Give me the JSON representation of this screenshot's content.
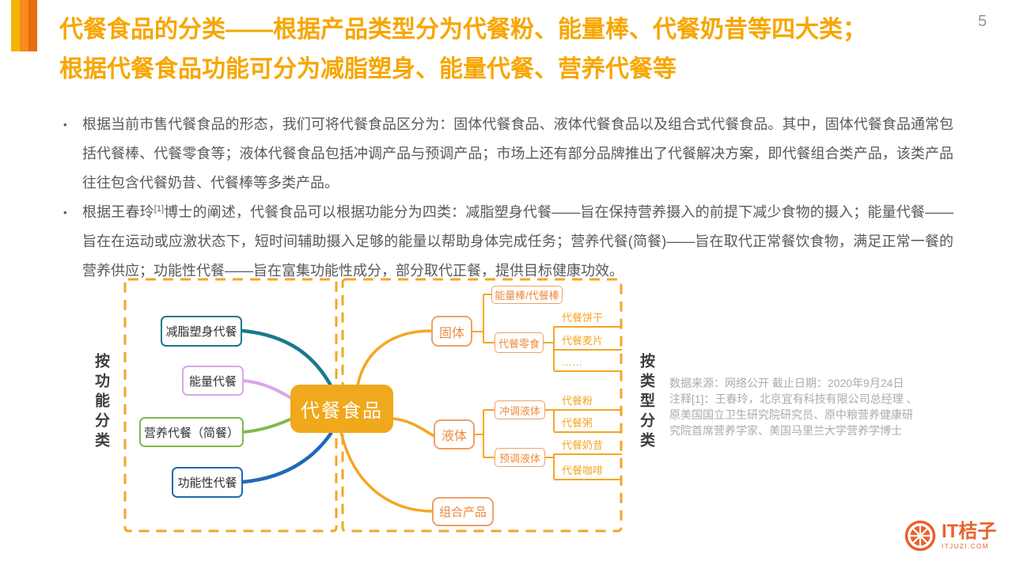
{
  "page_number": "5",
  "title": {
    "line1": "代餐食品的分类——根据产品类型分为代餐粉、能量棒、代餐奶昔等四大类；",
    "line2": "根据代餐食品功能可分为减脂塑身、能量代餐、营养代餐等"
  },
  "bullets": [
    {
      "marker": "•",
      "text": "根据当前市售代餐食品的形态，我们可将代餐食品区分为：固体代餐食品、液体代餐食品以及组合式代餐食品。其中，固体代餐食品通常包括代餐棒、代餐零食等；液体代餐食品包括冲调产品与预调产品；市场上还有部分品牌推出了代餐解决方案，即代餐组合类产品，该类产品往往包含代餐奶昔、代餐棒等多类产品。"
    },
    {
      "marker": "•",
      "text_pre": "根据王春玲",
      "superscript": "[1]",
      "text_post": "博士的阐述，代餐食品可以根据功能分为四类：减脂塑身代餐——旨在保持营养摄入的前提下减少食物的摄入；能量代餐——旨在在运动或应激状态下，短时间辅助摄入足够的能量以帮助身体完成任务；营养代餐(简餐)——旨在取代正常餐饮食物，满足正常一餐的营养供应；功能性代餐——旨在富集功能性成分，部分取代正餐，提供目标健康功效。"
    }
  ],
  "mindmap": {
    "left_axis_label": "按功能分类",
    "right_axis_label": "按类型分类",
    "center_label": "代餐食品",
    "center_fill": "#F0A81C",
    "branch_color": "#F5A623",
    "function_branches": [
      {
        "label": "减脂塑身代餐",
        "color": "#19798D"
      },
      {
        "label": "能量代餐",
        "color": "#D9A7E8"
      },
      {
        "label": "营养代餐（简餐）",
        "color": "#7FB94E"
      },
      {
        "label": "功能性代餐",
        "color": "#2268B5"
      }
    ],
    "type_branches": [
      {
        "label": "固体",
        "children": [
          {
            "label": "能量棒/代餐棒",
            "leaves": []
          },
          {
            "label": "代餐零食",
            "leaves": [
              "代餐饼干",
              "代餐麦片",
              "……"
            ]
          }
        ]
      },
      {
        "label": "液体",
        "children": [
          {
            "label": "冲调液体",
            "leaves": [
              "代餐粉",
              "代餐粥"
            ]
          },
          {
            "label": "预调液体",
            "leaves": [
              "代餐奶昔",
              "代餐咖啡"
            ]
          }
        ]
      },
      {
        "label": "组合产品",
        "children": []
      }
    ]
  },
  "source_note": "数据来源：网络公开  截止日期：2020年9月24日\n注释[1]：王春玲，北京宜有科技有限公司总经理 、\n原美国国立卫生研究院研究员、原中粮营养健康研\n究院首席营养学家、美国马里兰大学营养学博士",
  "logo": {
    "name": "IT桔子",
    "domain": "ITJUZI.COM",
    "color": "#E8632C"
  },
  "colors": {
    "title": "#F7A600",
    "body_text": "#595959",
    "golden": "#F5A623",
    "note_gray": "#ABABAB"
  }
}
